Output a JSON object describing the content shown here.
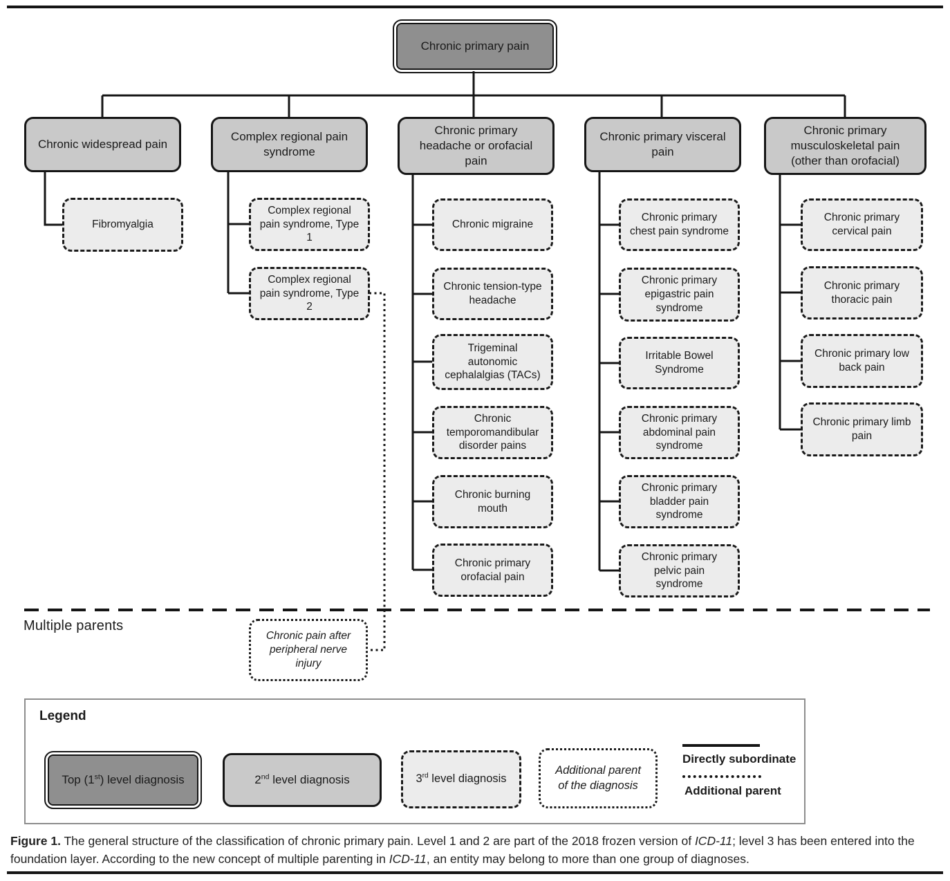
{
  "tree": {
    "root": "Chronic primary pain",
    "widespread": {
      "label": "Chronic widespread pain",
      "child0": "Fibromyalgia"
    },
    "crps": {
      "label": "Complex regional pain syndrome",
      "child0": "Complex regional pain syndrome, Type 1",
      "child1": "Complex regional pain syndrome, Type 2"
    },
    "headache": {
      "label": "Chronic primary headache or orofacial pain",
      "child0": "Chronic migraine",
      "child1": "Chronic tension-type headache",
      "child2": "Trigeminal autonomic cephalalgias (TACs)",
      "child3": "Chronic temporomandibular disorder pains",
      "child4": "Chronic burning mouth",
      "child5": "Chronic primary orofacial pain"
    },
    "visceral": {
      "label": "Chronic primary visceral pain",
      "child0": "Chronic primary chest pain syndrome",
      "child1": "Chronic primary epigastric pain syndrome",
      "child2": "Irritable Bowel Syndrome",
      "child3": "Chronic primary abdominal pain syndrome",
      "child4": "Chronic primary bladder pain syndrome",
      "child5": "Chronic primary pelvic pain syndrome"
    },
    "msk": {
      "label": "Chronic primary musculoskeletal pain (other than orofacial)",
      "child0": "Chronic primary cervical pain",
      "child1": "Chronic primary thoracic pain",
      "child2": "Chronic primary low back pain",
      "child3": "Chronic primary limb pain"
    }
  },
  "multiple_parents": {
    "section_label": "Multiple parents",
    "node_label": "Chronic pain after peripheral nerve injury"
  },
  "legend": {
    "title": "Legend",
    "top_level": {
      "pre": "Top (1",
      "sup": "st",
      "post": ")  level diagnosis"
    },
    "second_level": {
      "pre": "2",
      "sup": "nd",
      "post": " level diagnosis"
    },
    "third_level": {
      "pre": "3",
      "sup": "rd",
      "post": " level diagnosis"
    },
    "additional_parent_box": "Additional parent of the diagnosis",
    "directly_subordinate": "Directly subordinate",
    "additional_parent_line": "Additional parent"
  },
  "caption": {
    "figure_label": "Figure 1.",
    "part1": " The general structure of the classification of chronic primary pain. Level 1 and 2 are part of the 2018 frozen version of ",
    "italic1": "ICD-11",
    "part2": "; level 3 has been entered into the foundation layer. According to the new concept of multiple parenting in ",
    "italic2": "ICD-11",
    "part3": ", an entity may belong to more than one group of diagnoses."
  },
  "colors": {
    "level1_fill": "#8f8f8f",
    "level2_fill": "#c9c9c9",
    "level3_fill": "#ececec",
    "line": "#151515"
  }
}
